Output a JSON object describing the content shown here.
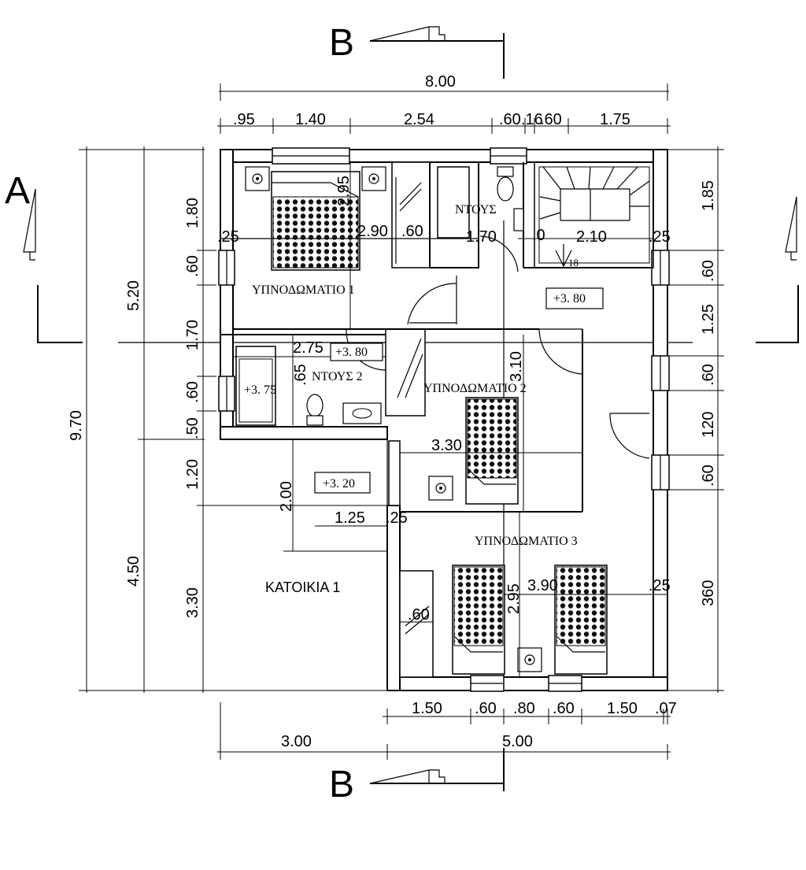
{
  "section_marks": {
    "b_top": "B",
    "b_bottom": "B",
    "a_left": "A"
  },
  "overall": {
    "width": "8.00",
    "height": "9.70"
  },
  "top_dims": [
    ".95",
    "1.40",
    "2.54",
    ".60",
    ".16",
    ".60",
    "1.75"
  ],
  "bottom_dims": [
    "1.50",
    ".60",
    ".80",
    ".60",
    "1.50",
    ".07"
  ],
  "bottom_totals": [
    "3.00",
    "5.00"
  ],
  "left_dims_outer": [
    "5.20",
    "4.50"
  ],
  "left_dims_inner": [
    "1.80",
    ".60",
    "1.70",
    ".60",
    ".50",
    "1.20",
    "3.30"
  ],
  "right_dims": [
    "1.85",
    ".60",
    "1.25",
    ".60",
    "120",
    ".60",
    "360"
  ],
  "rooms": {
    "bedroom1": "ΥΠΝΟΔΩΜΑΤΙΟ 1",
    "bedroom2": "ΥΠΝΟΔΩΜΑΤΙΟ 2",
    "bedroom3": "ΥΠΝΟΔΩΜΑΤΙΟ 3",
    "shower1": "ΝΤΟΥΣ",
    "shower2": "ΝΤΟΥΣ 2",
    "apartment": "ΚΑΤΟΙΚΙΑ 1"
  },
  "levels": [
    "+3. 80",
    "+3. 80",
    "+3. 75",
    "+3. 20"
  ],
  "inner_dims": {
    "b1_width": "2.90",
    "b1_height": "2.95",
    "b1_left": ".25",
    "b1_wardrobe": ".60",
    "corr_w": "1.70",
    "stair_a": ".0",
    "stair_b": "2.10",
    "stair_c": ".25",
    "sh2_w": "2.75",
    "sh2_h": ".65",
    "b2_h": "3.10",
    "b2_w": "3.30",
    "bal_h": "2.00",
    "bal_w": "1.25",
    "bal_wall": ".25",
    "b3_h": "2.95",
    "b3_w": "3.90",
    "b3_r": ".25",
    "b3_wr": ".60"
  },
  "stair_steps": "18",
  "colors": {
    "line": "#000000",
    "background": "#ffffff"
  }
}
